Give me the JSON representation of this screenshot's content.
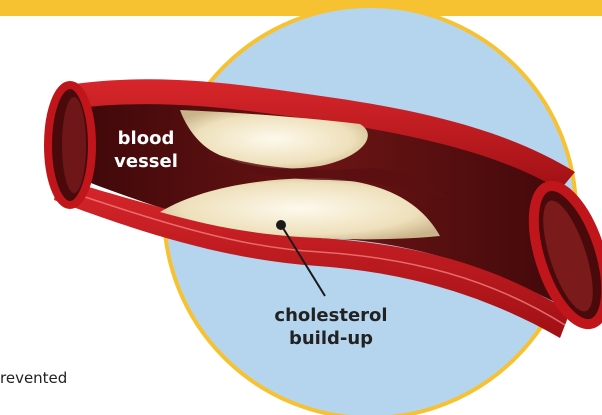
{
  "colors": {
    "top_band": "#f7c231",
    "circle_fill": "#b5d5ef",
    "circle_ring": "#f7c231",
    "vessel_wall": "#c0161b",
    "vessel_wall_dark": "#7d0c10",
    "vessel_interior": "#5a0f10",
    "plaque": "#efe3c2",
    "plaque_light": "#fbf5e4"
  },
  "labels": {
    "blood_vessel_line1": "blood",
    "blood_vessel_line2": "vessel",
    "cholesterol_line1": "cholesterol",
    "cholesterol_line2": "build-up"
  },
  "body_text": {
    "line1": "revented",
    "line2": ""
  }
}
